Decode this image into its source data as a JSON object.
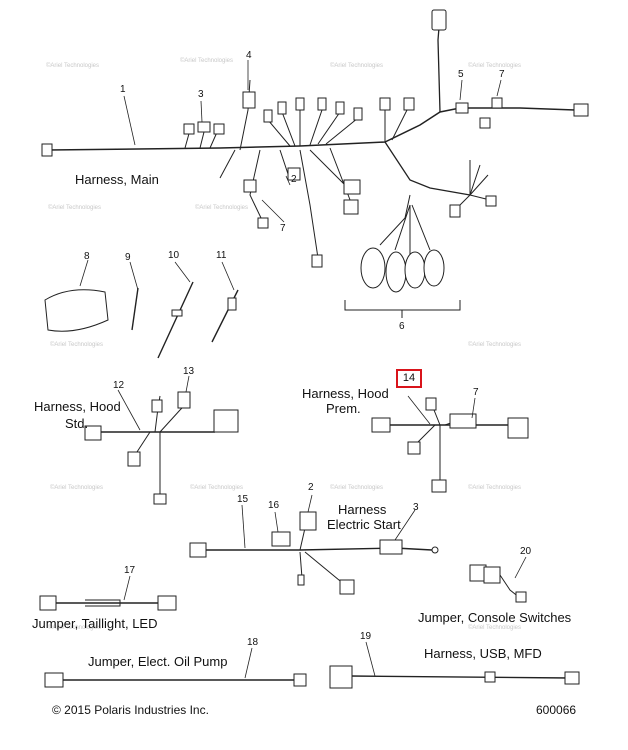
{
  "labels": {
    "harness_main": "Harness, Main",
    "harness_hood_std_1": "Harness, Hood",
    "harness_hood_std_2": "Std.",
    "harness_hood_prem_1": "Harness, Hood",
    "harness_hood_prem_2": "Prem.",
    "harness_electric_start_1": "Harness",
    "harness_electric_start_2": "Electric Start",
    "jumper_taillight": "Jumper, Taillight, LED",
    "jumper_console": "Jumper, Console Switches",
    "jumper_oil_pump": "Jumper, Elect. Oil Pump",
    "harness_usb": "Harness, USB, MFD"
  },
  "callouts": {
    "c1": "1",
    "c2a": "2",
    "c2b": "2",
    "c3a": "3",
    "c3b": "3",
    "c4": "4",
    "c5": "5",
    "c6": "6",
    "c7a": "7",
    "c7b": "7",
    "c7c": "7",
    "c8": "8",
    "c9": "9",
    "c10": "10",
    "c11": "11",
    "c12": "12",
    "c13": "13",
    "c14": "14",
    "c15": "15",
    "c16": "16",
    "c17": "17",
    "c18": "18",
    "c19": "19",
    "c20": "20"
  },
  "watermark": "©Ariel Technologies",
  "footer": {
    "copyright": "© 2015 Polaris Industries Inc.",
    "diagram_number": "600066"
  },
  "colors": {
    "highlight": "#d9141b",
    "line": "#222222"
  }
}
